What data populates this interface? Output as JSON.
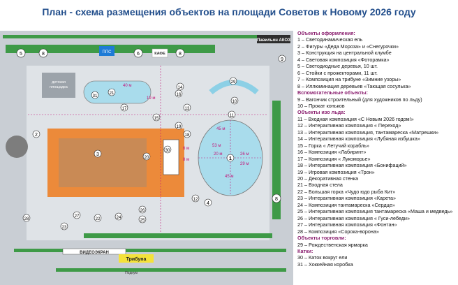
{
  "title": "План - схема размещения объектов на площади Советов к Новому 2026 году",
  "map": {
    "labels": {
      "kiosk": "Павильон АКОЗ",
      "pps": "ППС",
      "cafe": "КАФЕ",
      "playground": "детская площадка",
      "screen": "ВИДЕОЭКРАН",
      "tribune": "Трибуна",
      "podium": "Подиум",
      "dim_40": "40 м",
      "dim_19": "19 м",
      "dim_53": "53 м",
      "dim_20": "20 м",
      "dim_26": "26 м",
      "dim_29": "29 м",
      "dim_45a": "45 м",
      "dim_45b": "45 м",
      "dim_8": "8 м",
      "dim_6": "6 м"
    },
    "markers": {
      "m1": "1",
      "m2": "2",
      "m3": "3",
      "m4": "4",
      "m5": "5",
      "m6": "6",
      "m8a": "8",
      "m8b": "8",
      "m8c": "8",
      "m9": "9",
      "m10": "10",
      "m11": "11",
      "m12": "12",
      "m13": "13",
      "m14": "14",
      "m15": "15",
      "m16": "16",
      "m17": "17",
      "m18": "18",
      "m19": "19",
      "m20": "20",
      "m21": "21",
      "m22": "22",
      "m23": "23",
      "m24": "24",
      "m25": "25",
      "m26": "26",
      "m27": "27",
      "m28": "28",
      "m29": "29",
      "m30": "30",
      "m31": "31"
    }
  },
  "legend": [
    {
      "text": "Объекты оформления:",
      "heading": true
    },
    {
      "text": "1 – Светодинамическая ель",
      "heading": false
    },
    {
      "text": "2 – Фигуры «Деда Мороза» и «Снегурочки»",
      "heading": false
    },
    {
      "text": "3 – Конструкция на центральной клумбе",
      "heading": false
    },
    {
      "text": "4 – Световая композиция «Фоторамка»",
      "heading": false
    },
    {
      "text": "5 – Светодиодные деревья, 10 шт.",
      "heading": false
    },
    {
      "text": "6 – Стойки с прожекторами, 11 шт.",
      "heading": false
    },
    {
      "text": "7 – Композиция на трибуне «Зимние узоры»",
      "heading": false
    },
    {
      "text": "8 – Иллюминация деревьев «Тающая сосулька»",
      "heading": false
    },
    {
      "text": "Вспомогательные объекты:",
      "heading": true
    },
    {
      "text": "9 – Вагончик строительный (для художников по льду)",
      "heading": false
    },
    {
      "text": "10 – Прокат коньков",
      "heading": false
    },
    {
      "text": "Объекты изо льда:",
      "heading": true
    },
    {
      "text": "11 – Входная композиция «С Новым 2026 годом!»",
      "heading": false
    },
    {
      "text": "12 – Интерактивная композиция « Переход»",
      "heading": false
    },
    {
      "text": "13 – Интерактивная композиция, тантамареска «Матрешки»",
      "heading": false
    },
    {
      "text": "14 – Интерактивная композиция «Лубяная избушка»",
      "heading": false
    },
    {
      "text": "15 – Горка « Летучий корабль»",
      "heading": false
    },
    {
      "text": "16 – Композиция «Лабиринт»",
      "heading": false
    },
    {
      "text": "17 – Композиция « Лукоморье»",
      "heading": false
    },
    {
      "text": "18 – Интерактивная композиция «Бонифаций»",
      "heading": false
    },
    {
      "text": "19 – Игровая композиция «Трон»",
      "heading": false
    },
    {
      "text": "20 – Декоративная стенка",
      "heading": false
    },
    {
      "text": "21 – Входная стела",
      "heading": false
    },
    {
      "text": "22 – Большая горка «Чудо юдо рыба Кит»",
      "heading": false
    },
    {
      "text": "23 – Интерактивная композиция «Карета»",
      "heading": false
    },
    {
      "text": "24 – Композиция тантамареска «Сердце»",
      "heading": false
    },
    {
      "text": "25 – Интерактивная композиция тантамареска «Маша и медведь»",
      "heading": false
    },
    {
      "text": "26 – Интерактивная композиция « Гуси-лебеди»",
      "heading": false
    },
    {
      "text": "27 – Интерактивная композиция «Фонтан»",
      "heading": false
    },
    {
      "text": "28 – Композиция «Сорока-ворона»",
      "heading": false
    },
    {
      "text": "Объекты торговли:",
      "heading": true
    },
    {
      "text": "29 – Рождественская ярмарка",
      "heading": false
    },
    {
      "text": "Катки:",
      "heading": true
    },
    {
      "text": "30 – Каток вокруг ели",
      "heading": false
    },
    {
      "text": "31 – Хоккейная коробка",
      "heading": false
    }
  ],
  "colors": {
    "title": "#234f8c",
    "heading": "#8a1f6f",
    "asphalt": "#c9ced4",
    "plaza": "#dfe3e7",
    "grass": "#3e9a47",
    "ice": "#a9dcec",
    "orange": "#ec8a3a",
    "brown": "#c98a55",
    "tribune": "#f4e23a",
    "rope": "#c2187a"
  }
}
